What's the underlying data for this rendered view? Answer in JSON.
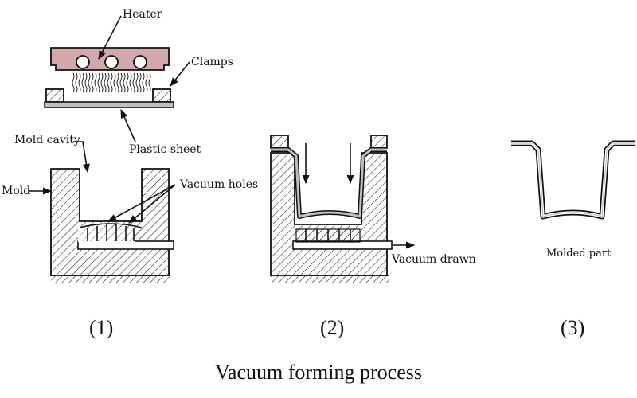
{
  "labels": {
    "heater": "Heater",
    "clamps": "Clamps",
    "plastic_sheet": "Plastic sheet",
    "mold_cavity": "Mold cavity",
    "mold": "Mold",
    "vacuum_holes": "Vacuum holes",
    "vacuum_drawn": "Vacuum drawn",
    "molded_part": "Molded part"
  },
  "steps": {
    "one": "(1)",
    "two": "(2)",
    "three": "(3)"
  },
  "title": "Vacuum forming process",
  "colors": {
    "heater": "#d2a8aa",
    "outline": "#111111",
    "sheet": "#bfbfbf"
  }
}
